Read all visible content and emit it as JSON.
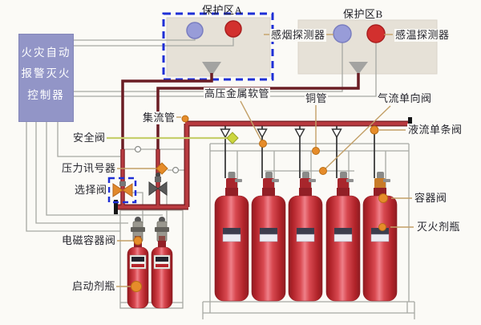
{
  "controller": {
    "label": "火灾自动\n报警灭火\n控制器"
  },
  "zones": {
    "a": "保护区A",
    "b": "保护区B"
  },
  "labels": {
    "smoke_detector": "感烟探测器",
    "heat_detector": "感温探测器",
    "hp_hose": "高压金属软管",
    "copper_pipe": "铜管",
    "gas_check_valve": "气流单向阀",
    "manifold": "集流管",
    "liquid_check_valve": "液流单条阀",
    "safety_valve": "安全阀",
    "pressure_signal": "压力讯号器",
    "selector_valve": "选择阀",
    "solenoid_container_valve": "电磁容器阀",
    "starter_bottle": "启动剂瓶",
    "container_valve": "容器阀",
    "agent_bottle": "灭火剂瓶"
  },
  "counts": {
    "protection_zones": 2,
    "agent_cylinders": 5,
    "starter_bottles": 2
  },
  "colors": {
    "pipe_main": "#b83a3f",
    "pipe_zone": "#6b1d24",
    "marker_orange": "#e68c2a",
    "safety_line": "#c6cf6d",
    "controller_fill": "#9295c7",
    "zone_fill": "#e6e1d7",
    "highlight_dashed_blue": "#1e2fd6",
    "detector_smoke": "#989cd8",
    "detector_heat": "#d2302e",
    "wire_gray": "#a7a9a3",
    "leader_tan": "#c3a067"
  }
}
